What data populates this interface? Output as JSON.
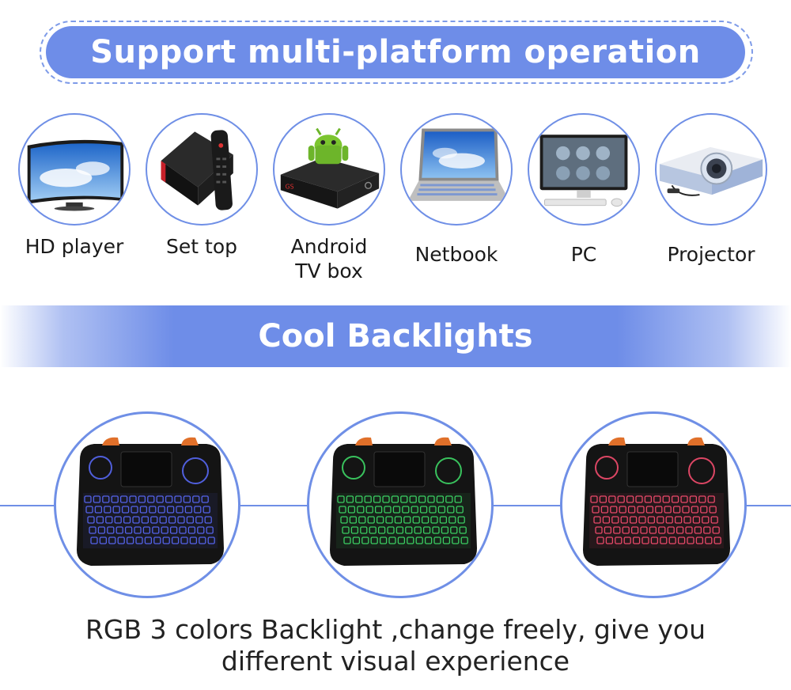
{
  "banner": {
    "title": "Support multi-platform operation"
  },
  "platforms": [
    {
      "label": "HD player",
      "icon": "tv-icon"
    },
    {
      "label": "Set top",
      "icon": "set-top-box-icon"
    },
    {
      "label_line1": "Android",
      "label_line2": "TV box",
      "icon": "android-tv-box-icon"
    },
    {
      "label": "Netbook",
      "icon": "netbook-icon"
    },
    {
      "label": "PC",
      "icon": "pc-icon"
    },
    {
      "label": "Projector",
      "icon": "projector-icon"
    }
  ],
  "backlights": {
    "title": "Cool Backlights",
    "colors": [
      "#5b6cff",
      "#3fe06a",
      "#ff4f72"
    ]
  },
  "caption": {
    "line1": "RGB 3 colors Backlight ,change freely, give you",
    "line2": "different visual experience"
  },
  "colors": {
    "accent": "#6e8de8"
  }
}
